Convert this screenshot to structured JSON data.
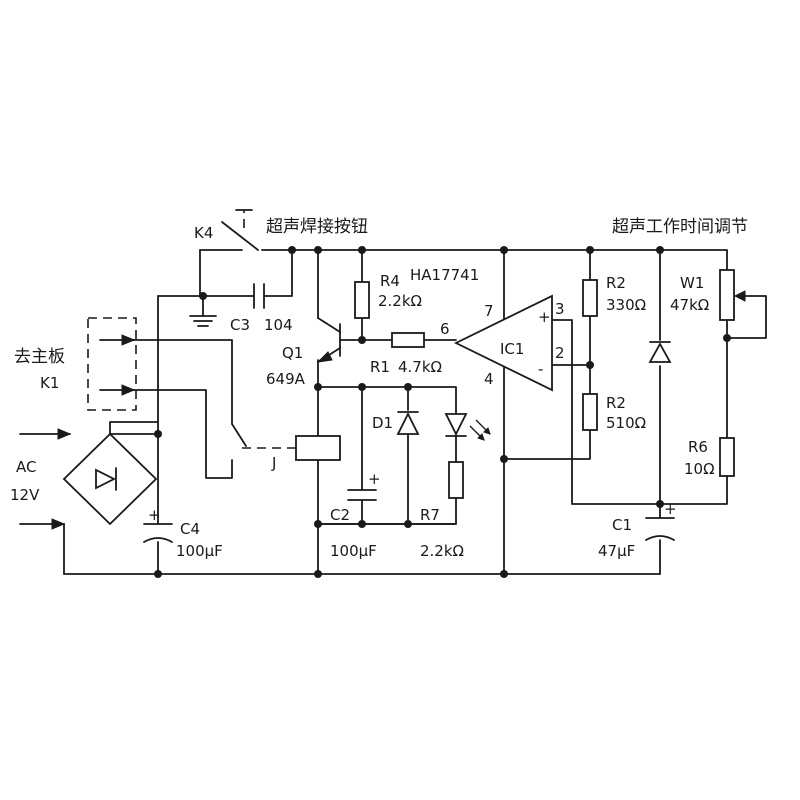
{
  "labels": {
    "k4": "K4",
    "weld_button": "超声焊接按钮",
    "work_time_adjust": "超声工作时间调节",
    "ic_part": "HA17741",
    "r4": "R4",
    "r4_value": "2.2kΩ",
    "pin7": "7",
    "pin6": "6",
    "pin4": "4",
    "pin3": "3",
    "pin2": "2",
    "c3": "C3",
    "c3_value": "104",
    "q1": "Q1",
    "q1_part": "649A",
    "r1": "R1",
    "r1_value": "4.7kΩ",
    "ic1": "IC1",
    "plus": "+",
    "minus": "-",
    "r2_upper": "R2",
    "r2_upper_value": "330Ω",
    "r2_lower": "R2",
    "r2_lower_value": "510Ω",
    "w1": "W1",
    "w1_value": "47kΩ",
    "r6": "R6",
    "r6_value": "10Ω",
    "to_mainboard": "去主板",
    "k1": "K1",
    "d1": "D1",
    "j": "J",
    "ac": "AC",
    "ac_voltage": "12V",
    "c2": "C2",
    "c2_value": "100μF",
    "r7": "R7",
    "r7_value": "2.2kΩ",
    "c4": "C4",
    "c4_value": "100μF",
    "c1": "C1",
    "c1_value": "47μF"
  }
}
